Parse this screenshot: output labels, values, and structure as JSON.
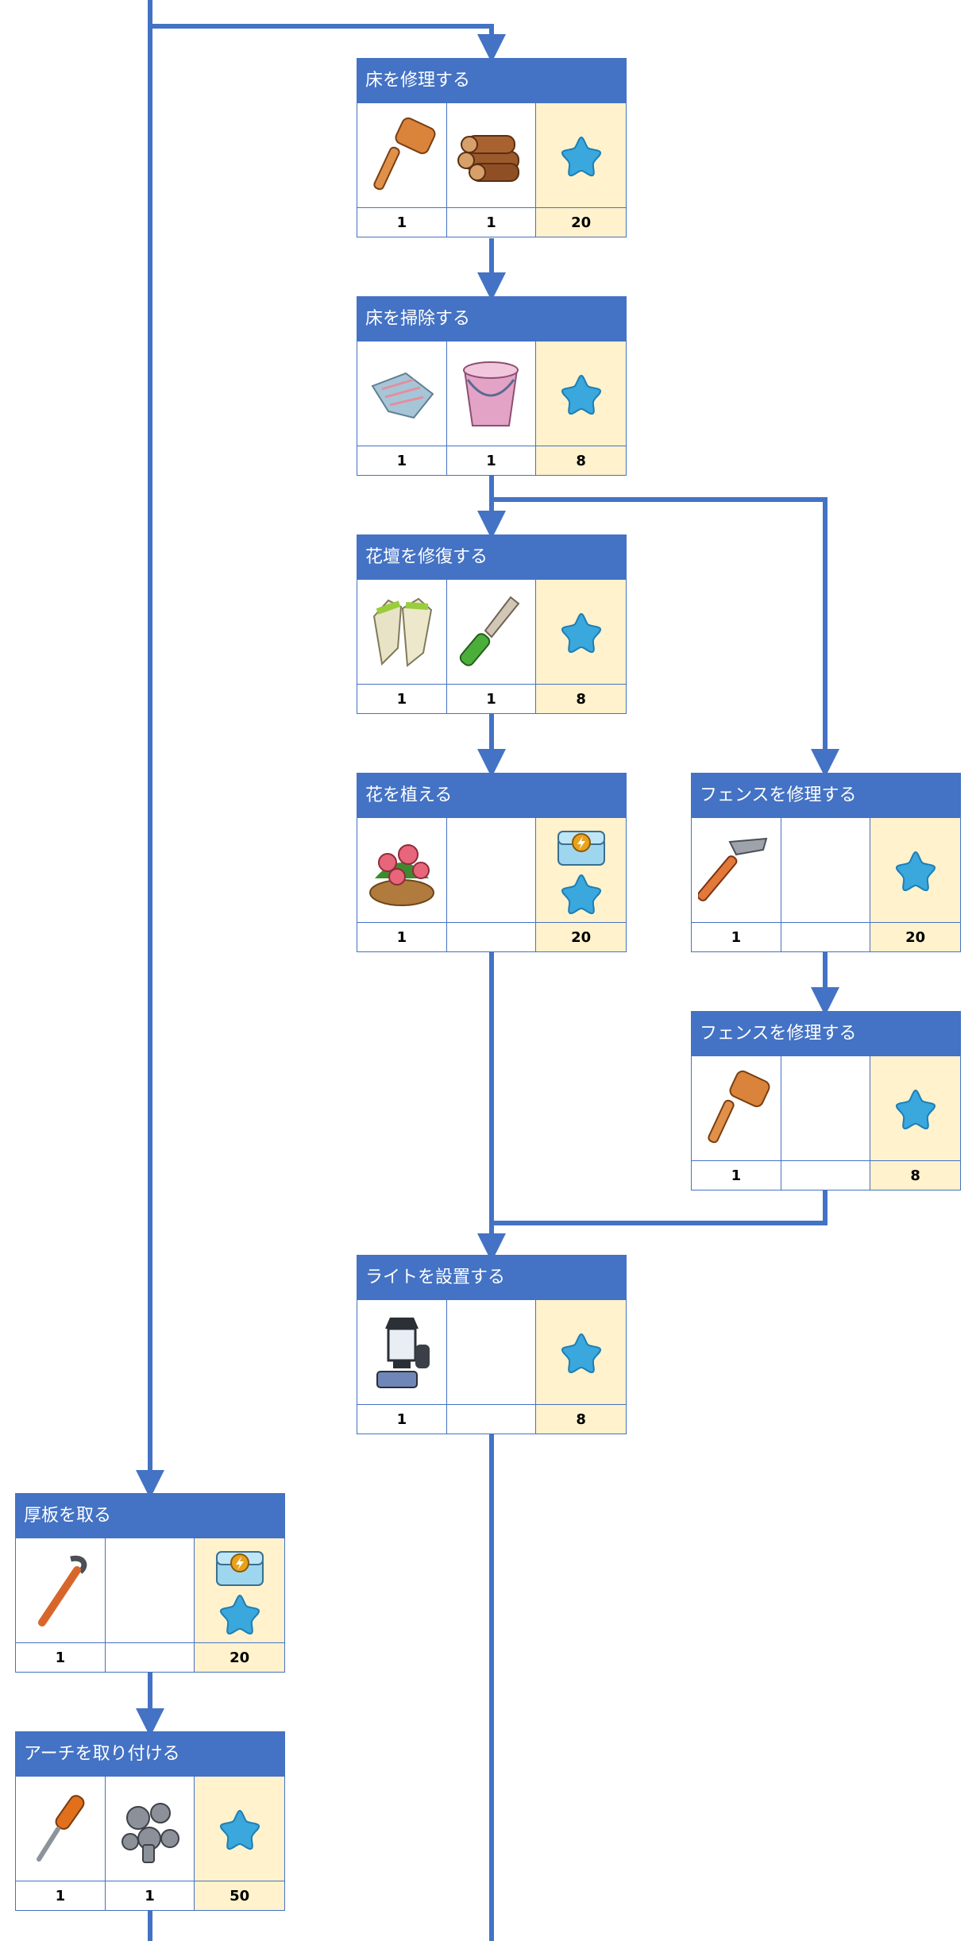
{
  "colors": {
    "accent": "#4472c4",
    "reward_bg": "#fff2cc",
    "star": "#3aa7dd"
  },
  "tasks": [
    {
      "id": "repair-floor",
      "title": "床を修理する",
      "items": [
        {
          "icon": "mallet-icon",
          "count": "1"
        },
        {
          "icon": "logs-icon",
          "count": "1"
        }
      ],
      "reward": {
        "icons": [
          "star-icon"
        ],
        "value": "20"
      }
    },
    {
      "id": "clean-floor",
      "title": "床を掃除する",
      "items": [
        {
          "icon": "cloth-icon",
          "count": "1"
        },
        {
          "icon": "bucket-icon",
          "count": "1"
        }
      ],
      "reward": {
        "icons": [
          "star-icon"
        ],
        "value": "8"
      }
    },
    {
      "id": "restore-flowerbed",
      "title": "花壇を修復する",
      "items": [
        {
          "icon": "gloves-icon",
          "count": "1"
        },
        {
          "icon": "knife-icon",
          "count": "1"
        }
      ],
      "reward": {
        "icons": [
          "star-icon"
        ],
        "value": "8"
      }
    },
    {
      "id": "plant-flowers",
      "title": "花を植える",
      "items": [
        {
          "icon": "flower-pot-icon",
          "count": "1"
        },
        {
          "icon": "",
          "count": ""
        }
      ],
      "reward": {
        "icons": [
          "energy-chest-icon",
          "star-icon"
        ],
        "value": "20"
      }
    },
    {
      "id": "repair-fence-1",
      "title": "フェンスを修理する",
      "items": [
        {
          "icon": "hammer-icon",
          "count": "1"
        },
        {
          "icon": "",
          "count": ""
        }
      ],
      "reward": {
        "icons": [
          "star-icon"
        ],
        "value": "20"
      }
    },
    {
      "id": "repair-fence-2",
      "title": "フェンスを修理する",
      "items": [
        {
          "icon": "mallet-icon",
          "count": "1"
        },
        {
          "icon": "",
          "count": ""
        }
      ],
      "reward": {
        "icons": [
          "star-icon"
        ],
        "value": "8"
      }
    },
    {
      "id": "install-lights",
      "title": "ライトを設置する",
      "items": [
        {
          "icon": "lantern-icon",
          "count": "1"
        },
        {
          "icon": "",
          "count": ""
        }
      ],
      "reward": {
        "icons": [
          "star-icon"
        ],
        "value": "8"
      }
    },
    {
      "id": "remove-planks",
      "title": "厚板を取る",
      "items": [
        {
          "icon": "crowbar-icon",
          "count": "1"
        },
        {
          "icon": "",
          "count": ""
        }
      ],
      "reward": {
        "icons": [
          "energy-chest-icon",
          "star-icon"
        ],
        "value": "20"
      }
    },
    {
      "id": "install-arch",
      "title": "アーチを取り付ける",
      "items": [
        {
          "icon": "screwdriver-icon",
          "count": "1"
        },
        {
          "icon": "bolts-icon",
          "count": "1"
        }
      ],
      "reward": {
        "icons": [
          "star-icon"
        ],
        "value": "50"
      }
    }
  ]
}
